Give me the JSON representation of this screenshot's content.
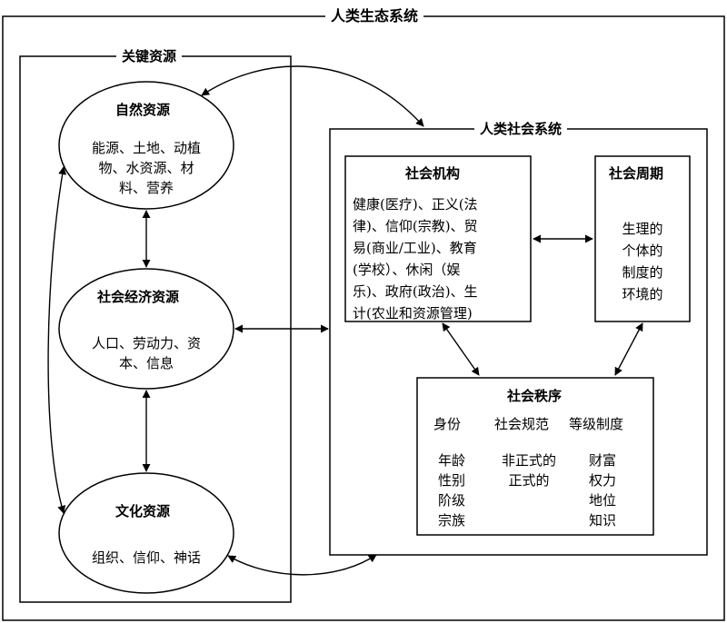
{
  "title": "人类生态系统",
  "key_resources": {
    "title": "关键资源",
    "natural": {
      "title": "自然资源",
      "lines": [
        "能源、土地、动植",
        "物、水资源、材",
        "料、营养"
      ]
    },
    "socioeconomic": {
      "title": "社会经济资源",
      "lines": [
        "人口、劳动力、资",
        "本、信息"
      ]
    },
    "cultural": {
      "title": "文化资源",
      "lines": [
        "组织、信仰、神话"
      ]
    }
  },
  "social_system": {
    "title": "人类社会系统",
    "institutions": {
      "title": "社会机构",
      "lines": [
        "健康(医疗)、正义(法",
        "律)、信仰(宗教)、贸",
        "易(商业/工业)、教育",
        "(学校）、休闲（娱",
        "乐)、政府(政治)、生",
        "计(农业和资源管理)"
      ]
    },
    "cycles": {
      "title": "社会周期",
      "lines": [
        "生理的",
        "个体的",
        "制度的",
        "环境的"
      ]
    },
    "order": {
      "title": "社会秩序",
      "columns": [
        {
          "header": "身份",
          "items": [
            "年龄",
            "性别",
            "阶级",
            "宗族"
          ]
        },
        {
          "header": "社会规范",
          "items": [
            "非正式的",
            "正式的"
          ]
        },
        {
          "header": "等级制度",
          "items": [
            "财富",
            "权力",
            "地位",
            "知识"
          ]
        }
      ]
    }
  }
}
